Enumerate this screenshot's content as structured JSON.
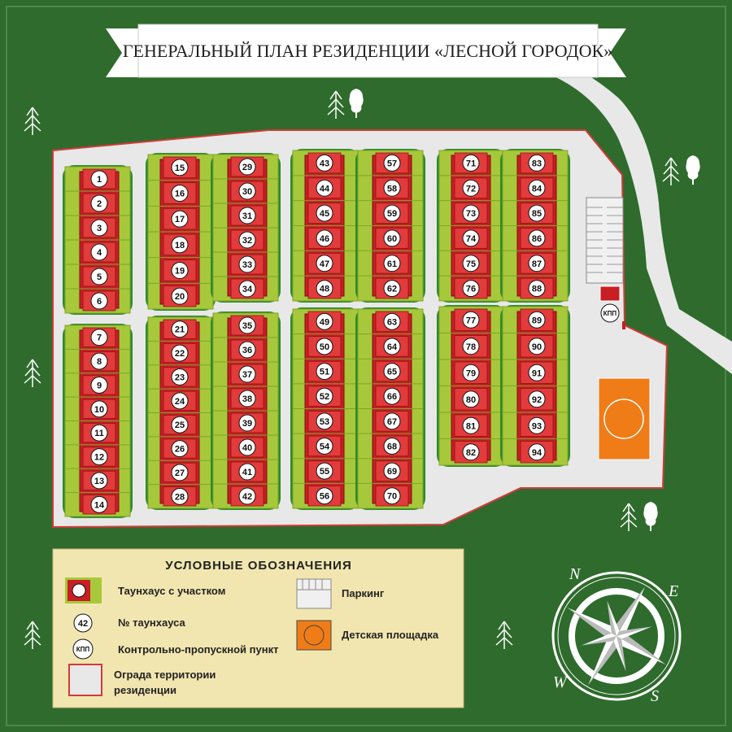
{
  "title": "ГЕНЕРАЛЬНЫЙ ПЛАН РЕЗИДЕНЦИИ «ЛЕСНОЙ ГОРОДОК»",
  "checkpoint_label": "КПП",
  "legend": {
    "heading": "УСЛОВНЫЕ ОБОЗНАЧЕНИЯ",
    "townhouse": "Таунхаус с участком",
    "number_sample": "42",
    "number": "№ таунхауса",
    "checkpoint": "Контрольно-пропускной пункт",
    "fence_line1": "Ограда территории",
    "fence_line2": "резиденции",
    "parking": "Паркинг",
    "playground": "Детская площадка"
  },
  "compass": {
    "n": "N",
    "e": "E",
    "s": "S",
    "w": "W"
  },
  "colors": {
    "background": "#2e6b2c",
    "territory": "#e8e8e8",
    "fence": "#d23a3a",
    "lot": "#a7c83a",
    "lot_dark": "#7ea52a",
    "house": "#c81e24",
    "roof": "#e23b3b",
    "playground": "#ef7c17",
    "legend_bg": "#f2e6b0"
  },
  "lots": {
    "col1_top": [
      "1",
      "2",
      "3",
      "4",
      "5",
      "6"
    ],
    "col1_bot": [
      "7",
      "8",
      "9",
      "10",
      "11",
      "12",
      "13",
      "14"
    ],
    "col2_top": [
      "15",
      "16",
      "17",
      "18",
      "19",
      "20"
    ],
    "col2_bot": [
      "21",
      "22",
      "23",
      "24",
      "25",
      "26",
      "27",
      "28"
    ],
    "col3_top": [
      "29",
      "30",
      "31",
      "32",
      "33",
      "34"
    ],
    "col3_bot": [
      "35",
      "36",
      "37",
      "38",
      "39",
      "40",
      "41",
      "42"
    ],
    "col4_top": [
      "43",
      "44",
      "45",
      "46",
      "47",
      "48"
    ],
    "col4_bot": [
      "49",
      "50",
      "51",
      "52",
      "53",
      "54",
      "55",
      "56"
    ],
    "col5_top": [
      "57",
      "58",
      "59",
      "60",
      "61",
      "62"
    ],
    "col5_bot": [
      "63",
      "64",
      "65",
      "66",
      "67",
      "68",
      "69",
      "70"
    ],
    "col6_top": [
      "71",
      "72",
      "73",
      "74",
      "75",
      "76"
    ],
    "col6_bot": [
      "77",
      "78",
      "79",
      "80",
      "81",
      "82"
    ],
    "col7_top": [
      "83",
      "84",
      "85",
      "86",
      "87",
      "88"
    ],
    "col7_bot": [
      "89",
      "90",
      "91",
      "92",
      "93",
      "94"
    ]
  }
}
